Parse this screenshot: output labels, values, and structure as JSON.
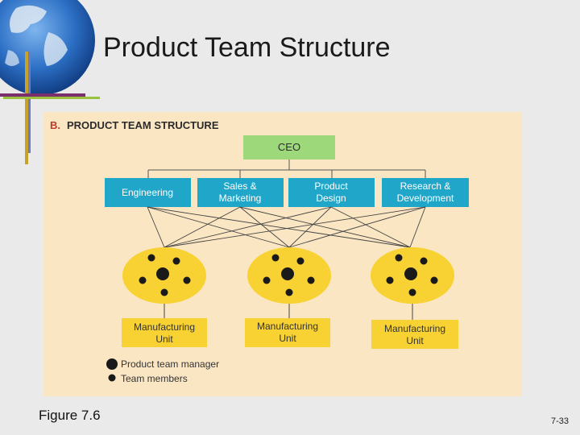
{
  "slide": {
    "title": "Product Team Structure",
    "figure_label": "Figure 7.6",
    "page_number": "7-33"
  },
  "diagram": {
    "section_letter": "B.",
    "section_title": "PRODUCT TEAM STRUCTURE",
    "ceo": "CEO",
    "departments": [
      {
        "line1": "Engineering",
        "line2": ""
      },
      {
        "line1": "Sales &",
        "line2": "Marketing"
      },
      {
        "line1": "Product",
        "line2": "Design"
      },
      {
        "line1": "Research &",
        "line2": "Development"
      }
    ],
    "units": [
      {
        "line1": "Manufacturing",
        "line2": "Unit"
      },
      {
        "line1": "Manufacturing",
        "line2": "Unit"
      },
      {
        "line1": "Manufacturing",
        "line2": "Unit"
      }
    ],
    "legend": {
      "manager": "Product team manager",
      "members": "Team members"
    },
    "colors": {
      "ceo_box": "#9dd87a",
      "department_box": "#1fa6c9",
      "team_fill": "#f7d232",
      "panel_background": "#fbe6c4",
      "section_letter": "#c0392b"
    }
  }
}
